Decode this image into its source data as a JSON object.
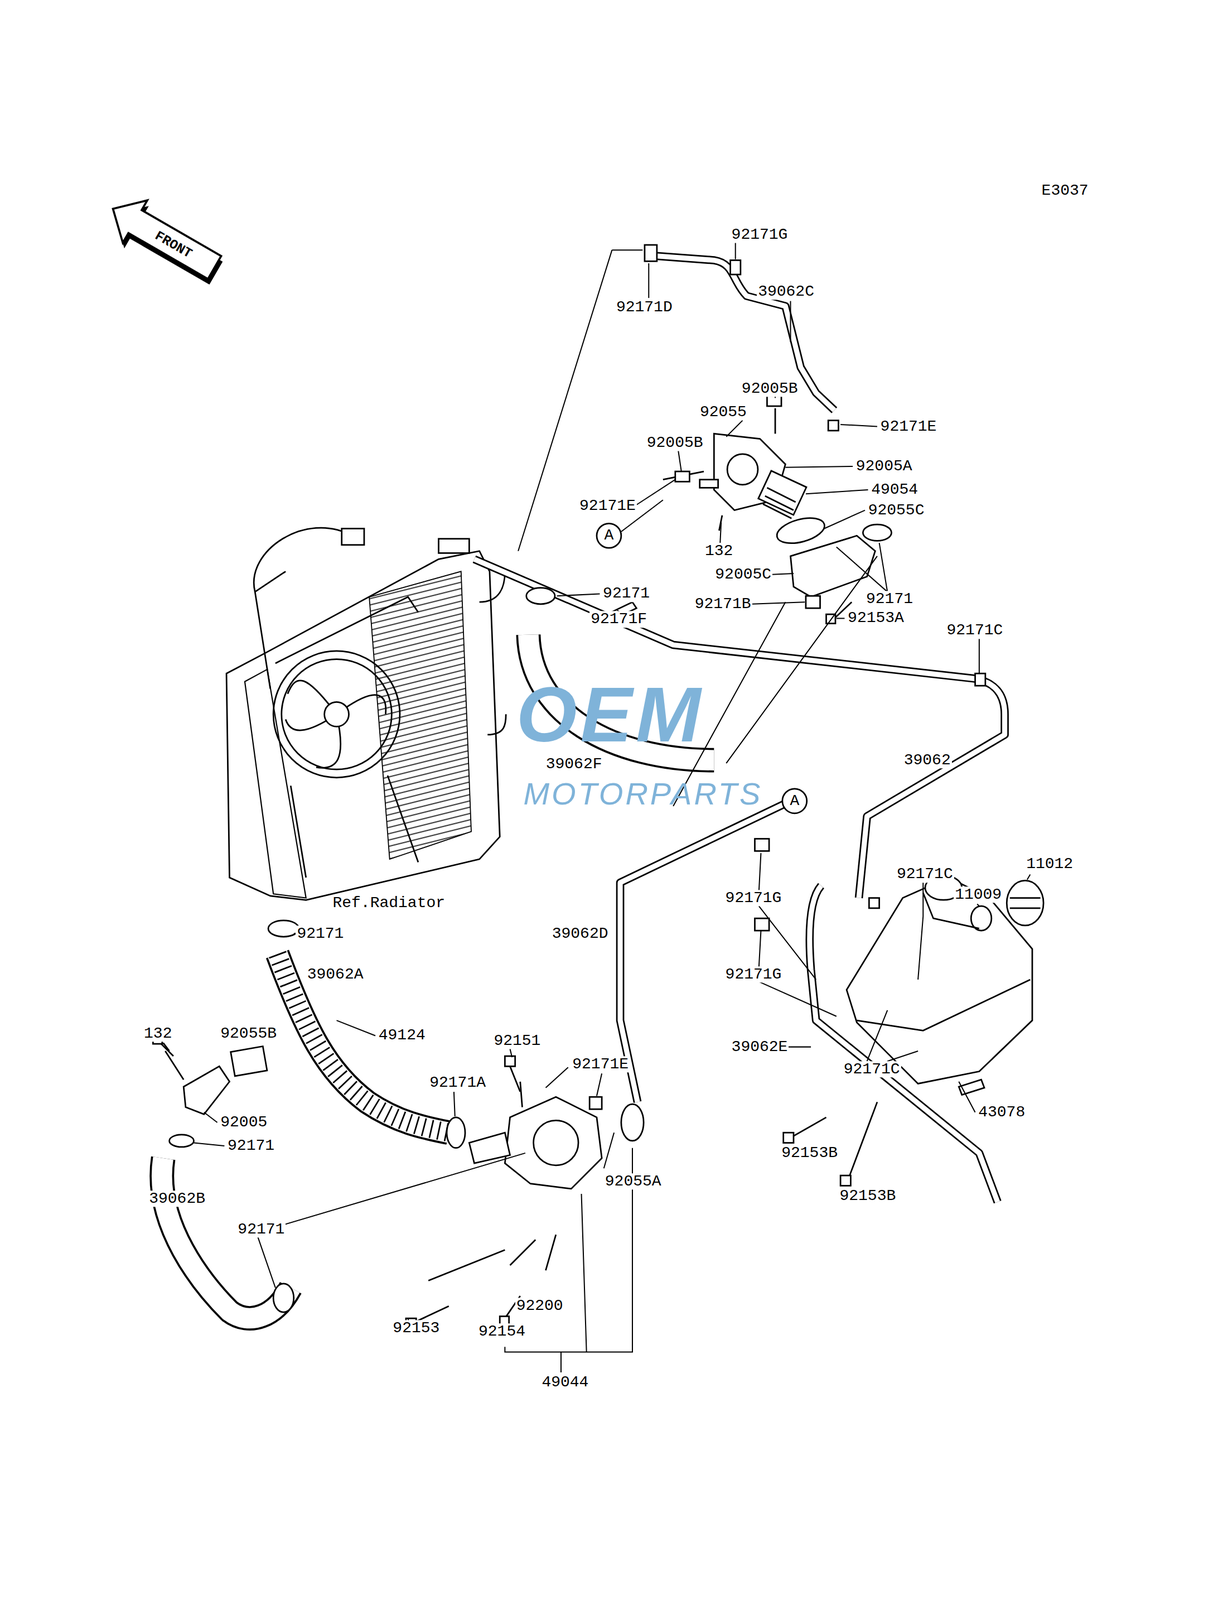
{
  "diagram": {
    "labels": [
      "FRONT",
      "E3037",
      "92171G",
      "39062C",
      "92171D",
      "92005B",
      "92055",
      "92171E",
      "92005B",
      "92005A",
      "49054",
      "92171E",
      "92055C",
      "A",
      "132",
      "92005C",
      "92171",
      "92171",
      "92171B",
      "92171F",
      "92153A",
      "92171C",
      "OEM",
      "39062",
      "39062F",
      "MOTORPARTS",
      "A",
      "11012",
      "92171C",
      "11009",
      "Ref.Radiator",
      "92171G",
      "92171",
      "39062D",
      "39062A",
      "92171G",
      "132",
      "92055B",
      "49124",
      "92151",
      "39062E",
      "92171E",
      "92171C",
      "92171A",
      "43078",
      "92005",
      "92153B",
      "92171",
      "92055A",
      "92153B",
      "39062B",
      "92171",
      "92200",
      "92153",
      "92154",
      "49044"
    ]
  }
}
